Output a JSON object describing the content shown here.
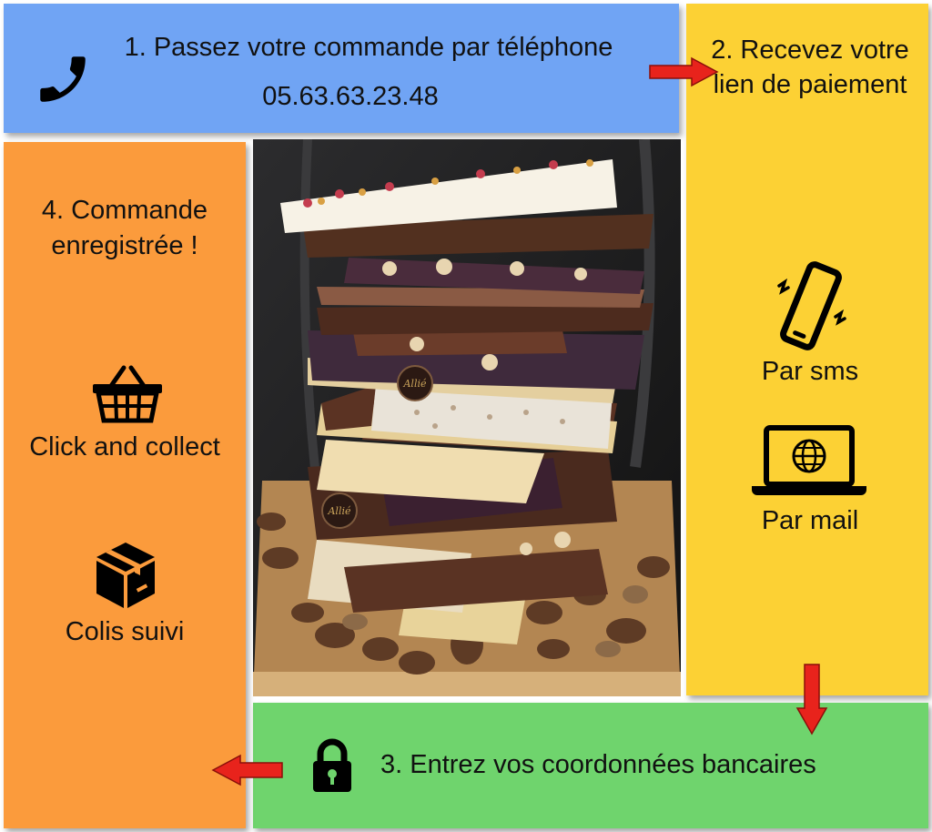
{
  "step1": {
    "label": "1. Passez votre commande par téléphone",
    "phone": "05.63.63.23.48"
  },
  "step2": {
    "label": "2. Recevez votre lien de paiement",
    "sms": "Par sms",
    "mail": "Par mail"
  },
  "step3": {
    "label": "3. Entrez vos coordonnées bancaires"
  },
  "step4": {
    "label": "4. Commande enregistrée !",
    "click_collect": "Click and collect",
    "tracked": "Colis suivi"
  },
  "photo": {
    "logo": "Allié"
  },
  "colors": {
    "blue": "#70a4f4",
    "yellow": "#fcd134",
    "green": "#6fd46d",
    "orange": "#fb9b3c",
    "arrow": "#e8231c"
  }
}
